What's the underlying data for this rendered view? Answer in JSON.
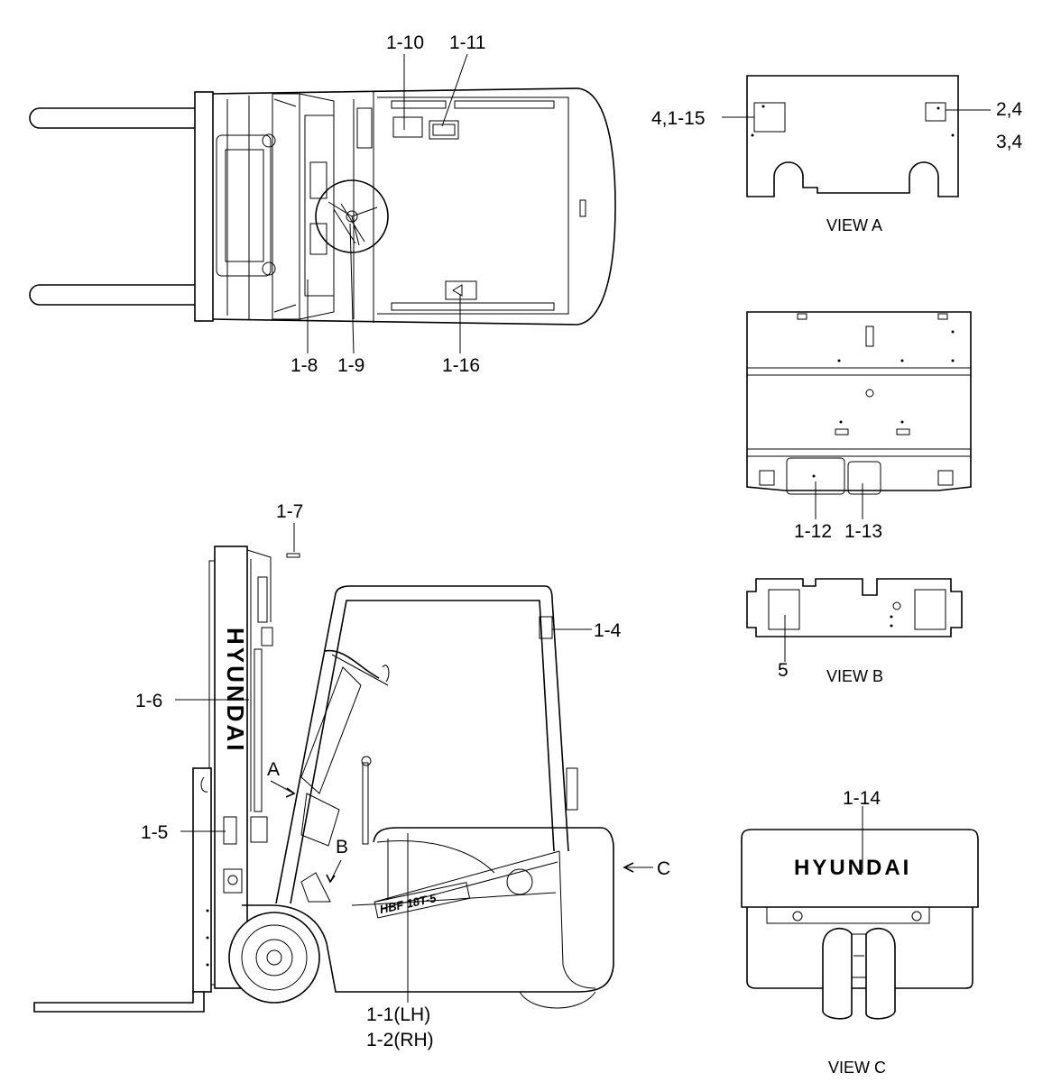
{
  "brand": "HYUNDAI",
  "model_badge": "HBF 18T-5",
  "views": {
    "a": "VIEW A",
    "b": "VIEW B",
    "c": "VIEW C"
  },
  "view_markers": {
    "a": "A",
    "b": "B",
    "c": "C"
  },
  "callouts": {
    "top_view": [
      "1-10",
      "1-11",
      "1-8",
      "1-9",
      "1-16"
    ],
    "view_a_left": "4,1-15",
    "view_a_right_1": "2,4",
    "view_a_right_2": "3,4",
    "plate": [
      "1-12",
      "1-13"
    ],
    "view_b": "5",
    "side_view": [
      "1-7",
      "1-4",
      "1-6",
      "1-5",
      "1-1(LH)",
      "1-2(RH)"
    ],
    "view_c": "1-14"
  }
}
